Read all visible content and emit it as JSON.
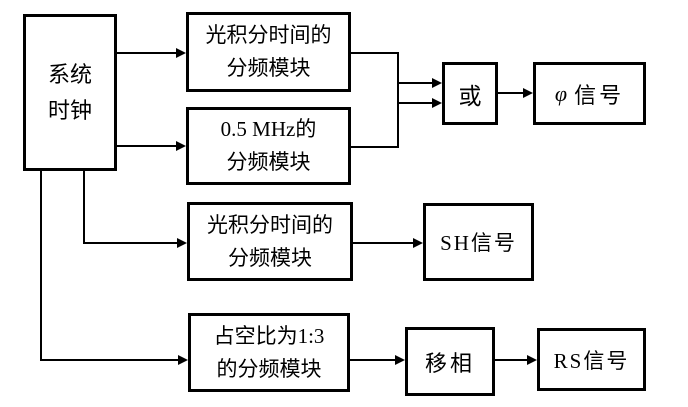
{
  "diagram": {
    "title": "CCD driving signal clock-divider block diagram",
    "colors": {
      "background": "#ffffff",
      "line": "#000000",
      "text": "#000000"
    },
    "nodes": {
      "system_clock": {
        "line1": "系统",
        "line2": "时钟"
      },
      "divider_integration_top": {
        "line1": "光积分时间的",
        "line2": "分频模块"
      },
      "divider_mhz": {
        "line1": "0.5 MHz的",
        "line2": "分频模块"
      },
      "or_gate": {
        "label": "或"
      },
      "phi_signal": {
        "symbol": "φ",
        "label": "信号"
      },
      "divider_integration_mid": {
        "line1": "光积分时间的",
        "line2": "分频模块"
      },
      "sh_signal": {
        "label": "SH信号"
      },
      "divider_duty": {
        "line1": "占空比为1:3",
        "line2": "的分频模块"
      },
      "phase_shift": {
        "label": "移相"
      },
      "rs_signal": {
        "label": "RS信号"
      }
    }
  }
}
